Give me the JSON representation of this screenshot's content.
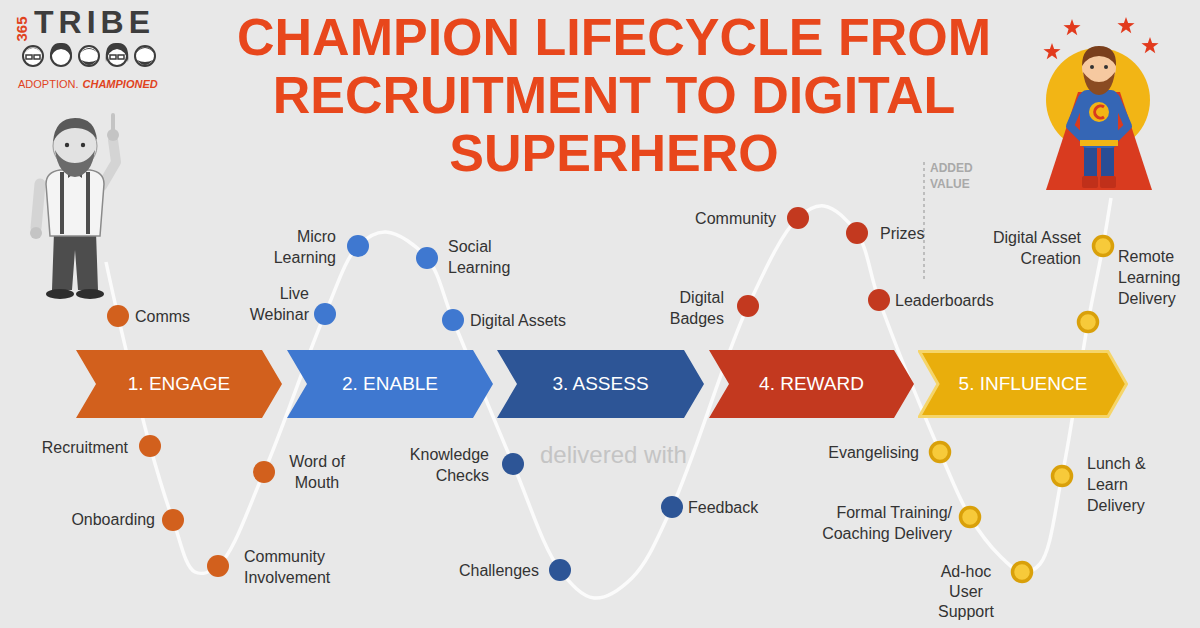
{
  "diagram": {
    "title": "CHAMPION LIFECYCLE FROM RECRUITMENT TO DIGITAL SUPERHERO",
    "nodes": [
      {
        "text": [
          "1. ENGAGE"
        ]
      },
      {
        "text": [
          "Comms"
        ]
      },
      {
        "text": [
          "Recruitment"
        ]
      },
      {
        "text": [
          "Onboarding"
        ]
      },
      {
        "text": [
          "Community Involvement"
        ]
      },
      {
        "text": [
          "Word of Mouth"
        ]
      },
      {
        "text": [
          "2. ENABLE"
        ]
      },
      {
        "text": [
          "Live Webinar"
        ]
      },
      {
        "text": [
          "Micro Learning"
        ]
      },
      {
        "text": [
          "Social Learning"
        ]
      },
      {
        "text": [
          "Digital Assets"
        ]
      },
      {
        "text": [
          "3. ASSESS"
        ]
      },
      {
        "text": [
          "Knowledge Checks"
        ]
      },
      {
        "text": [
          "Challenges"
        ]
      },
      {
        "text": [
          "Feedback"
        ]
      },
      {
        "text": [
          "4. REWARD"
        ]
      },
      {
        "text": [
          "Digital Badges"
        ]
      },
      {
        "text": [
          "Community"
        ]
      },
      {
        "text": [
          "Prizes"
        ]
      },
      {
        "text": [
          "Leaderboards"
        ]
      },
      {
        "text": [
          "5. INFLUENCE"
        ]
      },
      {
        "text": [
          "Evangelising"
        ]
      },
      {
        "text": [
          "Formal Training/ Coaching Delivery"
        ]
      },
      {
        "text": [
          "Ad-hoc User Support"
        ]
      },
      {
        "text": [
          "Lunch & Learn Delivery"
        ]
      },
      {
        "text": [
          "Remote Learning Delivery"
        ]
      },
      {
        "text": [
          "Digital Asset Creation"
        ]
      }
    ],
    "labels": [
      "365",
      "TRIBE",
      "ADOPTION.",
      "CHAMPIONED",
      "ADDED VALUE",
      "delivered with"
    ]
  }
}
